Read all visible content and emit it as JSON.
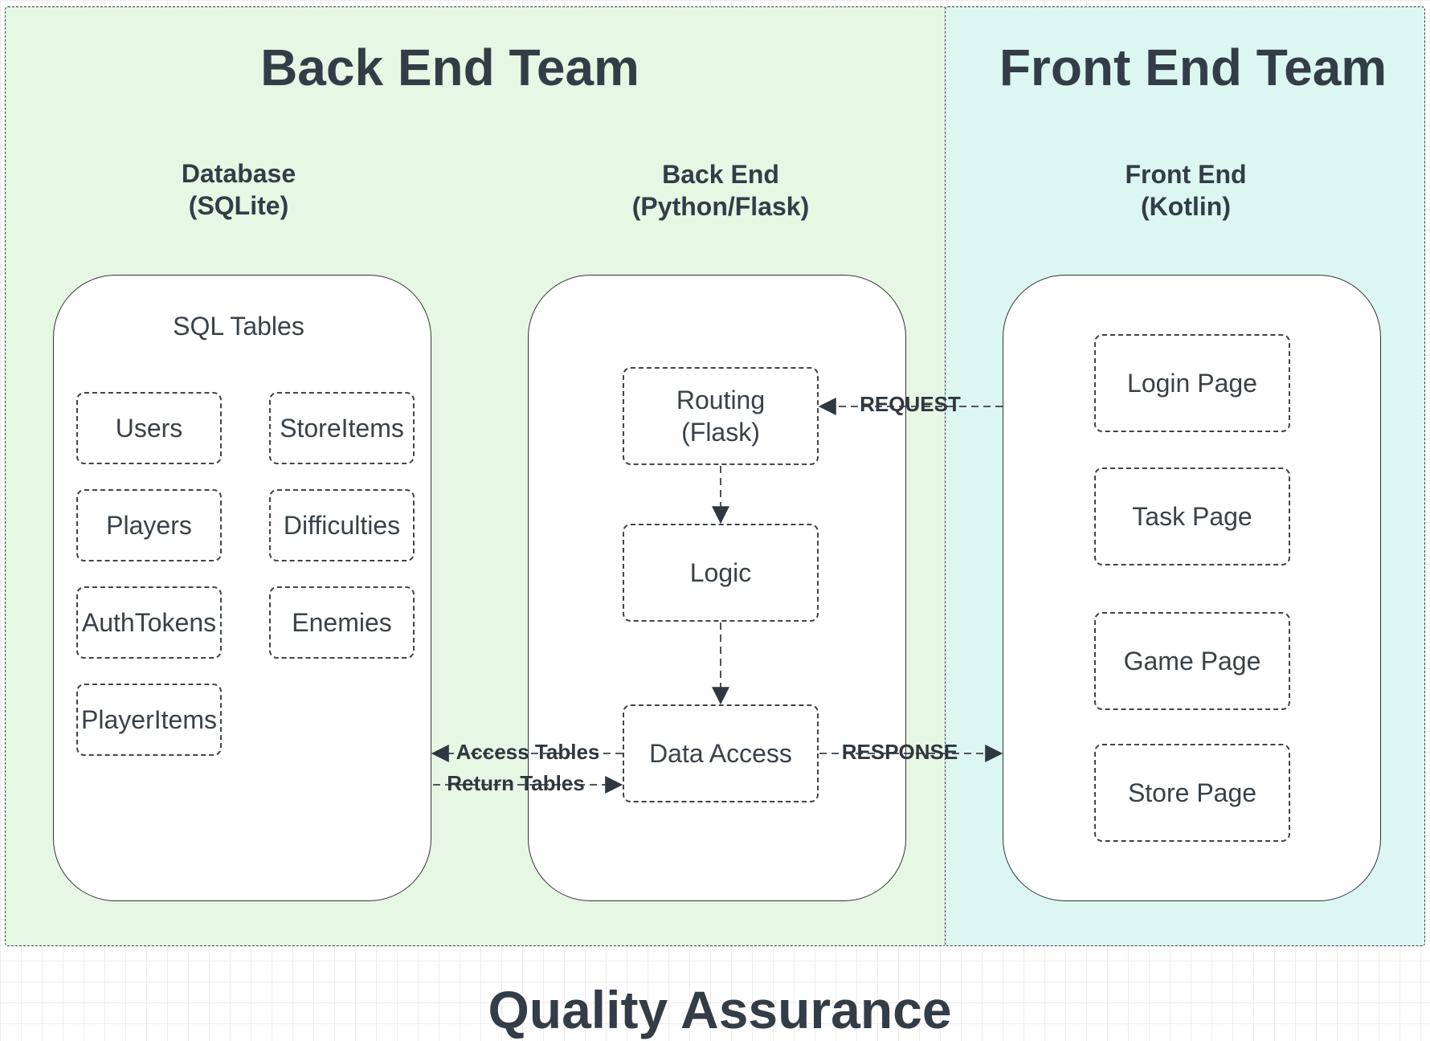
{
  "colors": {
    "back_zone_fill": "#e6f7e4",
    "front_zone_fill": "#dcf6f2",
    "text": "#333d47",
    "grid": "#ececec"
  },
  "back_team": {
    "title": "Back End Team",
    "database": {
      "heading": "Database\n(SQLite)",
      "panel_title": "SQL Tables",
      "tables": [
        "Users",
        "StoreItems",
        "Players",
        "Difficulties",
        "AuthTokens",
        "Enemies",
        "PlayerItems"
      ]
    },
    "backend": {
      "heading": "Back End\n(Python/Flask)",
      "routing": "Routing\n(Flask)",
      "logic": "Logic",
      "data_access": "Data Access"
    }
  },
  "front_team": {
    "title": "Front End Team",
    "frontend": {
      "heading": "Front End\n(Kotlin)",
      "pages": [
        "Login Page",
        "Task Page",
        "Game Page",
        "Store Page"
      ]
    }
  },
  "connections": {
    "request": "REQUEST",
    "response": "RESPONSE",
    "access_tables": "Access Tables",
    "return_tables": "Return Tables"
  },
  "qa": {
    "title": "Quality Assurance"
  }
}
